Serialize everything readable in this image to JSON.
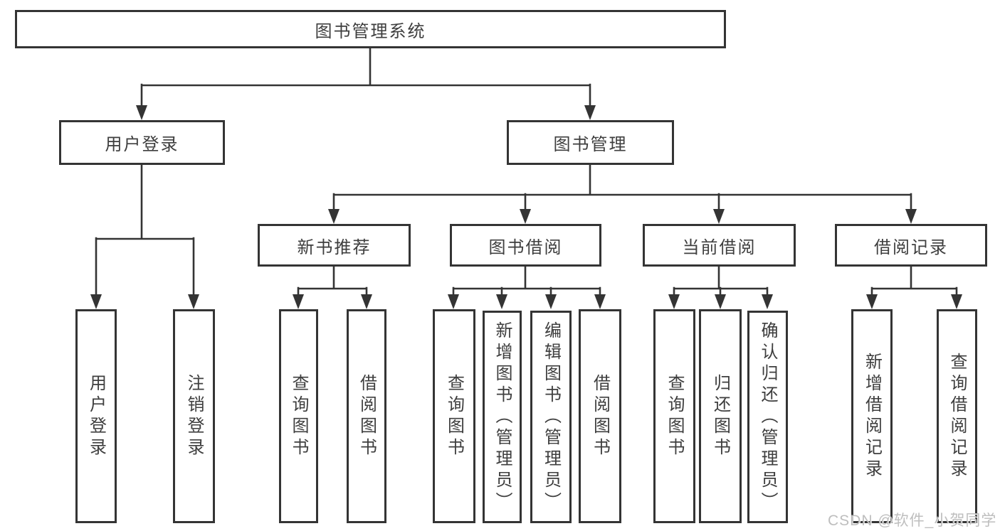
{
  "tree": {
    "root": {
      "label": "图书管理系统",
      "children": [
        {
          "label": "用户登录",
          "children": [
            {
              "label": "用户登录"
            },
            {
              "label": "注销登录"
            }
          ]
        },
        {
          "label": "图书管理",
          "children": [
            {
              "label": "新书推荐",
              "children": [
                {
                  "label": "查询图书"
                },
                {
                  "label": "借阅图书"
                }
              ]
            },
            {
              "label": "图书借阅",
              "children": [
                {
                  "label": "查询图书"
                },
                {
                  "label": "新增图书（管理员）"
                },
                {
                  "label": "编辑图书（管理员）"
                },
                {
                  "label": "借阅图书"
                }
              ]
            },
            {
              "label": "当前借阅",
              "children": [
                {
                  "label": "查询图书"
                },
                {
                  "label": "归还图书"
                },
                {
                  "label": "确认归还（管理员）"
                }
              ]
            },
            {
              "label": "借阅记录",
              "children": [
                {
                  "label": "新增借阅记录"
                },
                {
                  "label": "查询借阅记录"
                }
              ]
            }
          ]
        }
      ]
    }
  },
  "watermark": {
    "text": "CSDN @软件_小贺同学"
  },
  "colors": {
    "box_border": "#343434",
    "connector": "#343434",
    "text": "#3e3e3e",
    "watermark": "#bababa",
    "background": "#ffffff"
  }
}
